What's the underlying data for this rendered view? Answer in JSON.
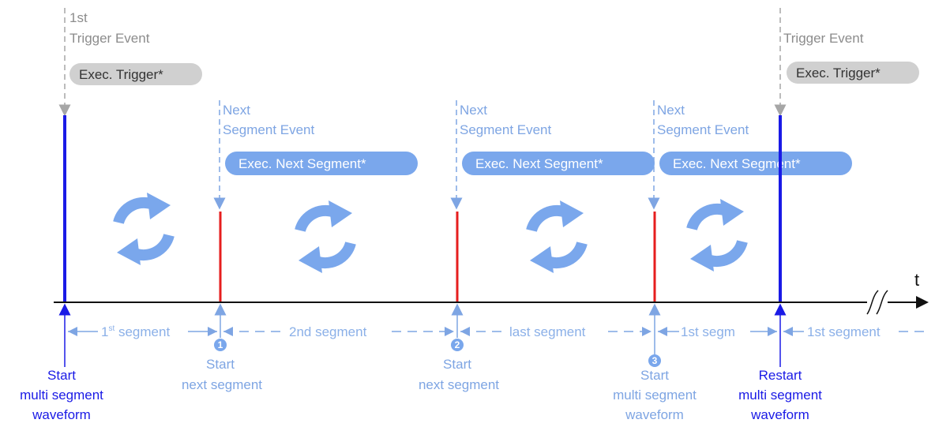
{
  "colors": {
    "trigger_gray": "#a6a6a6",
    "event_blue": "#7ea5e3",
    "start_marker": "#1a1ae6",
    "next_marker": "#e61e1e",
    "segment_text": "#8bb0e8",
    "pill_gray": "#d0d0d0",
    "pill_blue": "#7aa7ec"
  },
  "trigger1": {
    "line1": "1st",
    "line2": "Trigger Event",
    "pill": "Exec. Trigger*"
  },
  "trigger2": {
    "line1": "Trigger Event",
    "pill": "Exec. Trigger*"
  },
  "next_event": {
    "line1": "Next",
    "line2": "Segment Event",
    "pill": "Exec. Next Segment*"
  },
  "axis_label": "t",
  "segments": {
    "s1_pre": "1",
    "s1_sup": "st",
    "s1_post": " segment",
    "s2": "2nd segment",
    "s3": "last segment",
    "s4": "1st segm",
    "s5": "1st segment"
  },
  "markers": {
    "m1": "1",
    "m2": "2",
    "m3": "3"
  },
  "bottom": {
    "start": [
      "Start",
      "multi segment",
      "waveform"
    ],
    "next1": [
      "Start",
      "next segment"
    ],
    "next2": [
      "Start",
      "next segment"
    ],
    "start2": [
      "Start",
      "multi segment",
      "waveform"
    ],
    "restart": [
      "Restart",
      "multi segment",
      "waveform"
    ]
  },
  "icons": [
    "loop-icon",
    "loop-icon",
    "loop-icon",
    "loop-icon"
  ]
}
